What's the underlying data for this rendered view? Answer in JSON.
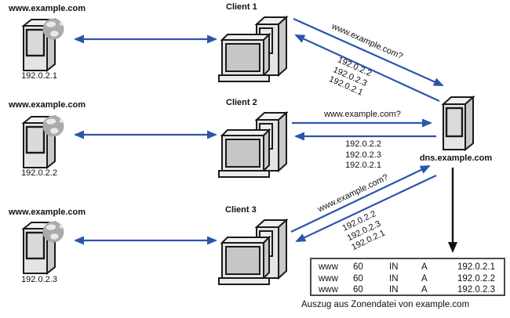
{
  "palette": {
    "arrow_blue": "#2b55ad",
    "line_black": "#111111"
  },
  "servers": [
    {
      "name": "www.example.com",
      "ip": "192.0.2.1"
    },
    {
      "name": "www.example.com",
      "ip": "192.0.2.2"
    },
    {
      "name": "www.example.com",
      "ip": "192.0.2.3"
    }
  ],
  "clients": [
    {
      "name": "Client 1"
    },
    {
      "name": "Client 2"
    },
    {
      "name": "Client 3"
    }
  ],
  "dns_server": {
    "name": "dns.example.com"
  },
  "exchanges": [
    {
      "query": "www.example.com?",
      "response": [
        "192.0.2.2",
        "192.0.2.3",
        "192.0.2.1"
      ]
    },
    {
      "query": "www.example.com?",
      "response": [
        "192.0.2.2",
        "192.0.2.3",
        "192.0.2.1"
      ]
    },
    {
      "query": "www.example.com?",
      "response": [
        "192.0.2.2",
        "192.0.2.3",
        "192.0.2.1"
      ]
    }
  ],
  "zone_file": {
    "rows": [
      {
        "host": "www",
        "ttl": "60",
        "class": "IN",
        "type": "A",
        "ip": "192.0.2.1"
      },
      {
        "host": "www",
        "ttl": "60",
        "class": "IN",
        "type": "A",
        "ip": "192.0.2.2"
      },
      {
        "host": "www",
        "ttl": "60",
        "class": "IN",
        "type": "A",
        "ip": "192.0.2.3"
      }
    ],
    "caption": "Auszug aus Zonendatei von example.com"
  }
}
